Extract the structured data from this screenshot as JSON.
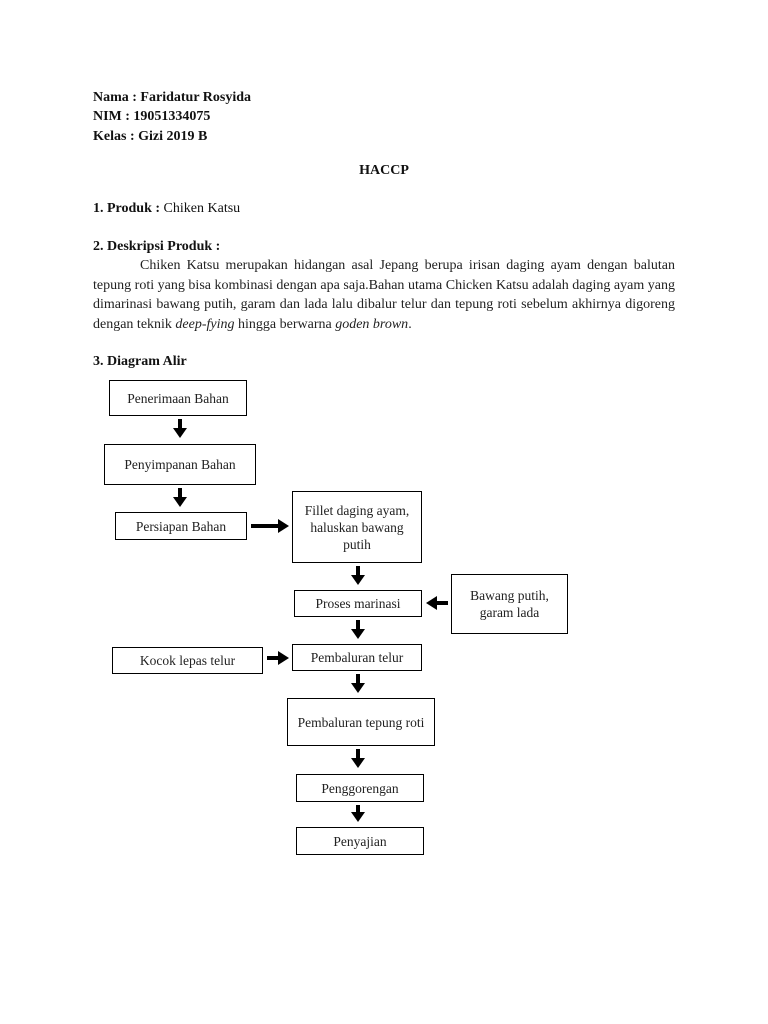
{
  "header": {
    "name_line": "Nama : Faridatur Rosyida",
    "nim_line": "NIM : 19051334075",
    "class_line": "Kelas : Gizi 2019 B"
  },
  "title": "HACCP",
  "produk": {
    "heading": "1. Produk :",
    "value": " Chiken Katsu"
  },
  "deskripsi": {
    "heading": "2. Deskripsi Produk :",
    "text_1": "Chiken Katsu merupakan hidangan asal Jepang berupa irisan daging ayam dengan balutan tepung roti yang bisa kombinasi dengan apa saja.Bahan utama Chicken Katsu adalah daging ayam yang dimarinasi bawang putih, garam dan lada lalu dibalur telur dan tepung roti sebelum akhirnya digoreng dengan teknik ",
    "italic_1": "deep-fying",
    "text_2": " hingga berwarna ",
    "italic_2": "goden brown",
    "text_3": "."
  },
  "diagram": {
    "heading": "3. Diagram Alir",
    "boxes": {
      "penerimaan": "Penerimaan Bahan",
      "penyimpanan": "Penyimpanan Bahan",
      "persiapan": "Persiapan Bahan",
      "fillet": "Fillet daging ayam, haluskan bawang putih",
      "marinasi": "Proses marinasi",
      "bumbu": "Bawang putih, garam lada",
      "kocok": "Kocok lepas telur",
      "pembaluran_telur": "Pembaluran telur",
      "pembaluran_tepung": "Pembaluran tepung roti",
      "penggorengan": "Penggorengan",
      "penyajian": "Penyajian"
    }
  }
}
